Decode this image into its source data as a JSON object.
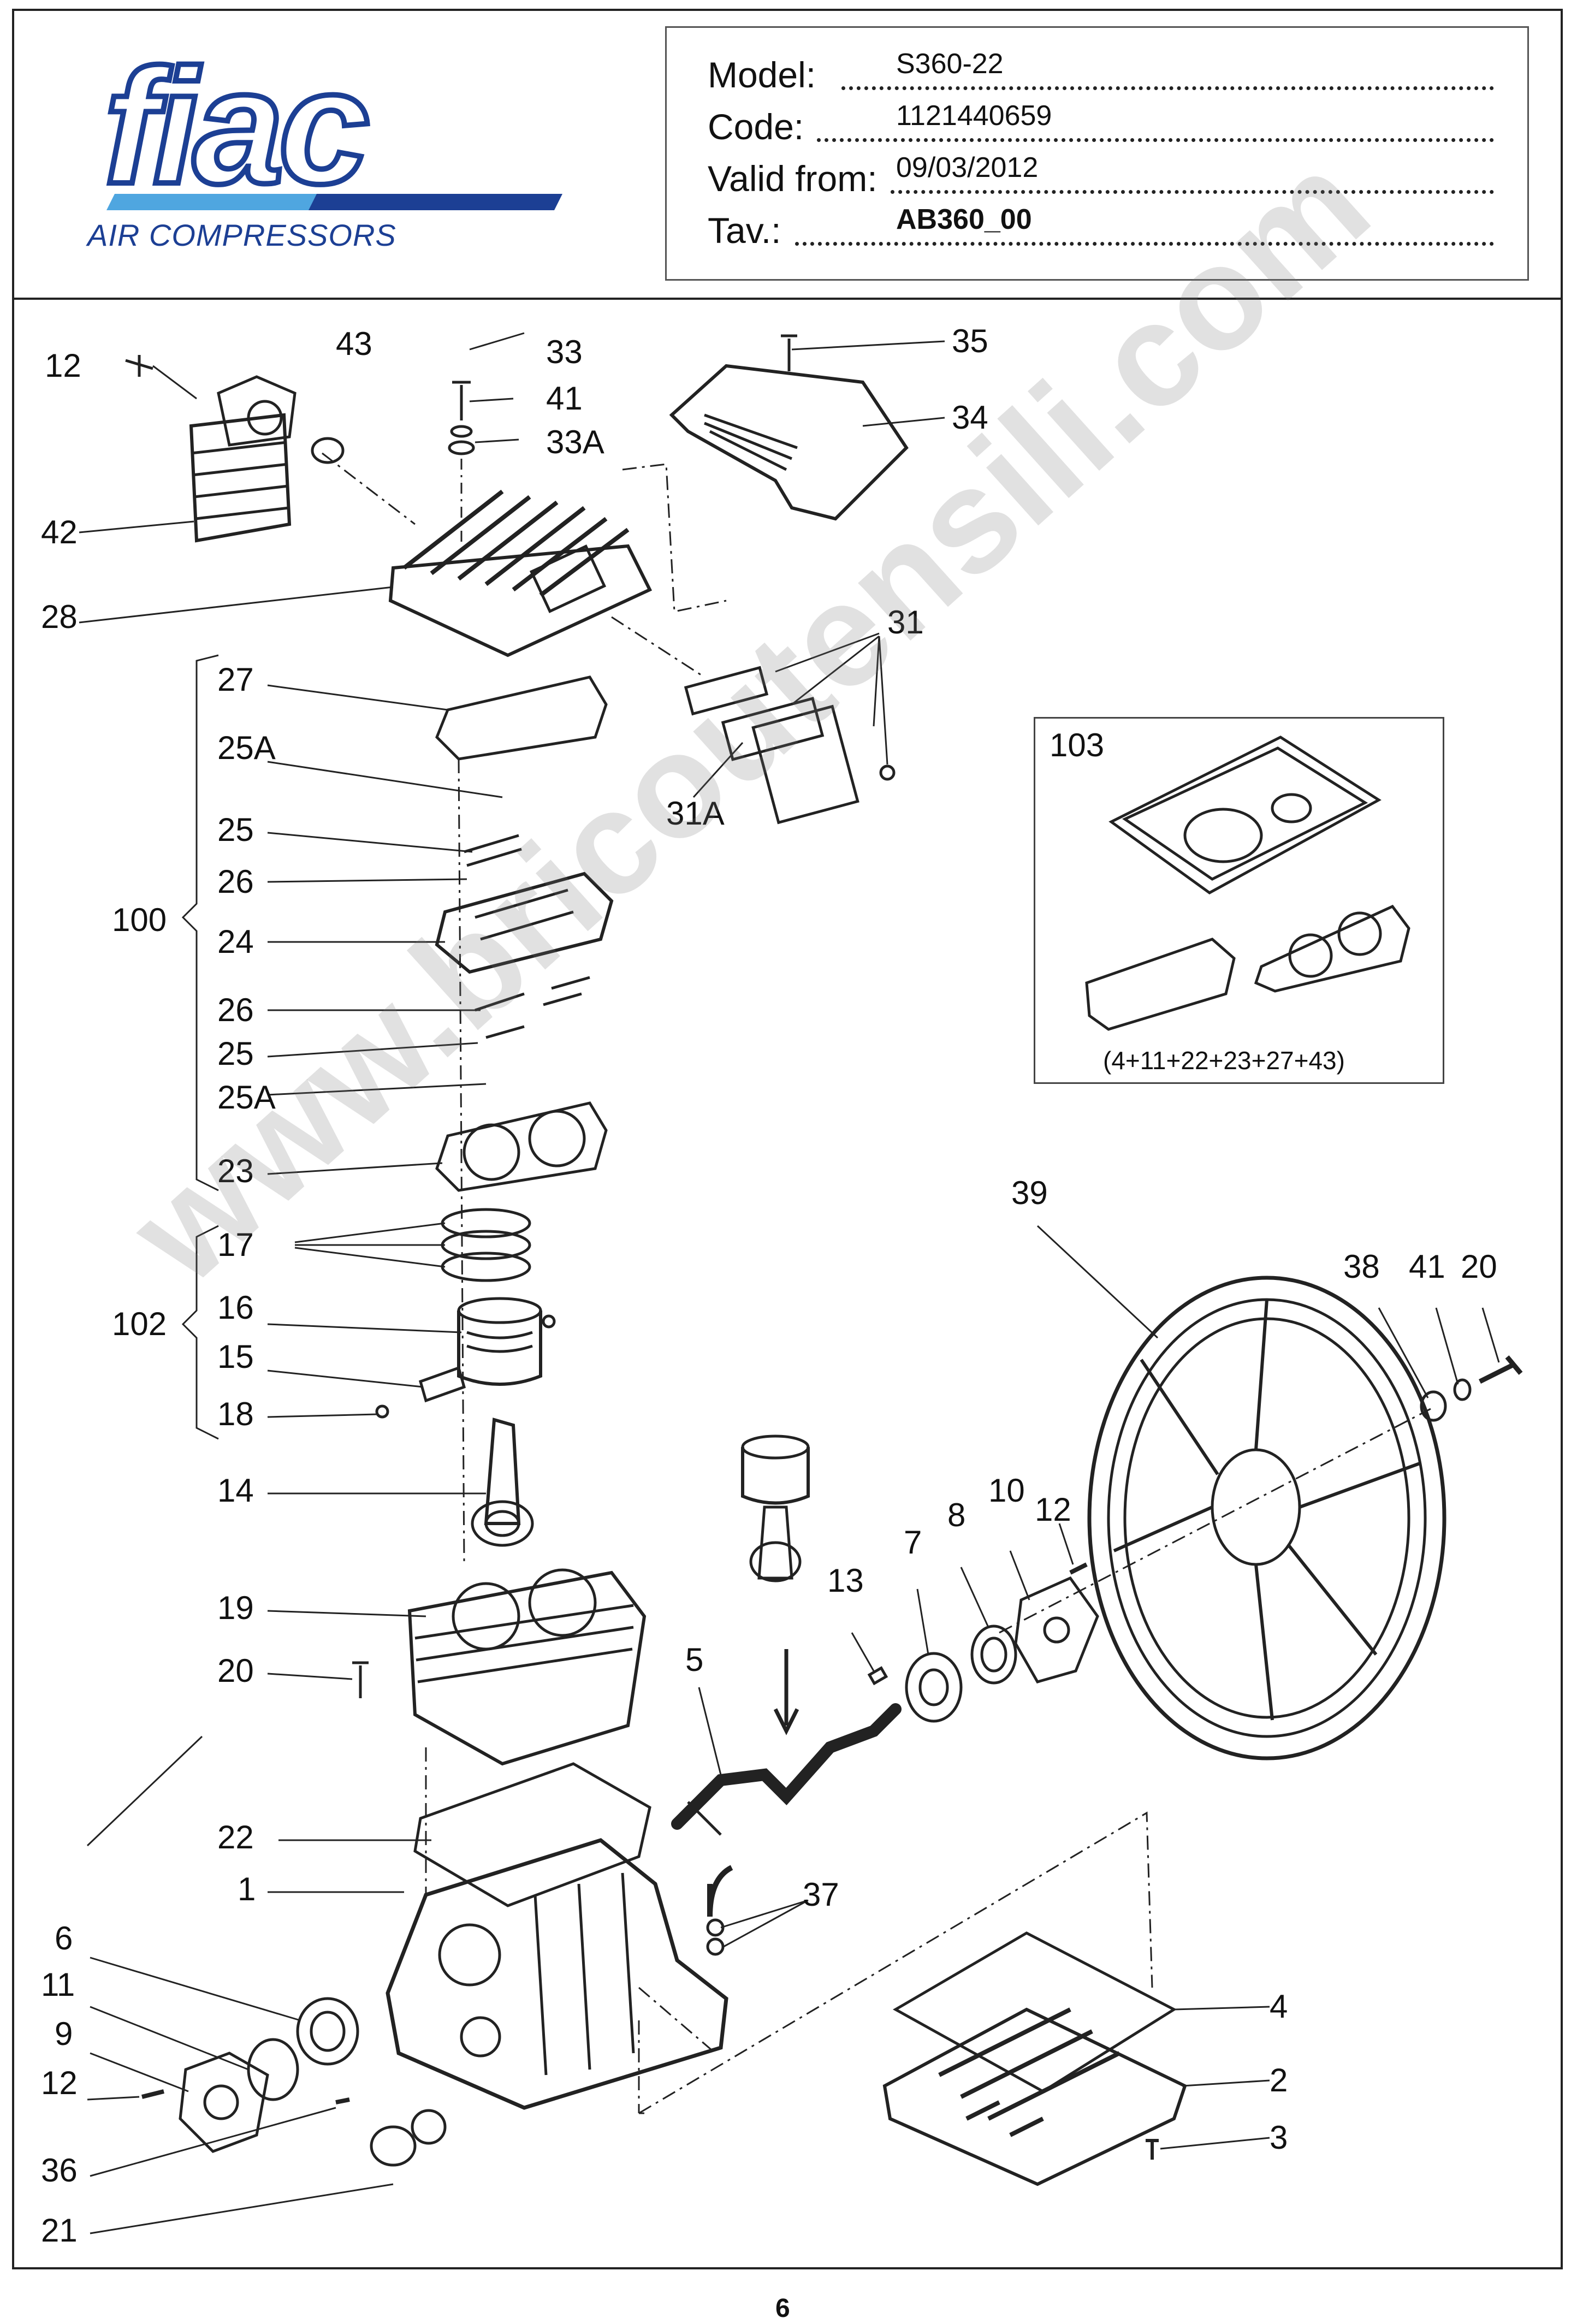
{
  "header": {
    "logo_text": "fiac",
    "logo_tagline": "AIR COMPRESSORS",
    "model_label": "Model:",
    "model_value": "S360-22",
    "code_label": "Code:",
    "code_value": "1121440659",
    "valid_label": "Valid from:",
    "valid_value": "09/03/2012",
    "tav_label": "Tav.:",
    "tav_value": "AB360_00"
  },
  "colors": {
    "logo_dark_blue": "#1c3f94",
    "logo_light_blue": "#4fa6e0",
    "line": "#222222"
  },
  "callouts": {
    "c12a": "12",
    "c43": "43",
    "c33": "33",
    "c41a": "41",
    "c33a": "33A",
    "c35": "35",
    "c34": "34",
    "c42": "42",
    "c28": "28",
    "c31": "31",
    "c27": "27",
    "c25a_top": "25A",
    "c25_top": "25",
    "c26_top": "26",
    "c100": "100",
    "c24": "24",
    "c26_bot": "26",
    "c25_bot": "25",
    "c25a_bot": "25A",
    "c23": "23",
    "c31a": "31A",
    "c103": "103",
    "c39": "39",
    "c17": "17",
    "c16": "16",
    "c102": "102",
    "c15": "15",
    "c18": "18",
    "c38": "38",
    "c41b": "41",
    "c20a": "20",
    "c14": "14",
    "c12b": "12",
    "c13": "13",
    "c7": "7",
    "c8": "8",
    "c10": "10",
    "c19": "19",
    "c20b": "20",
    "c5": "5",
    "c22": "22",
    "c1": "1",
    "c37": "37",
    "c6": "6",
    "c11": "11",
    "c4": "4",
    "c9": "9",
    "c2": "2",
    "c12c": "12",
    "c3": "3",
    "c36": "36",
    "c21": "21"
  },
  "kit": {
    "caption": "(4+11+22+23+27+43)"
  },
  "watermark": "www.bricoutensili.com",
  "page_number": "6"
}
